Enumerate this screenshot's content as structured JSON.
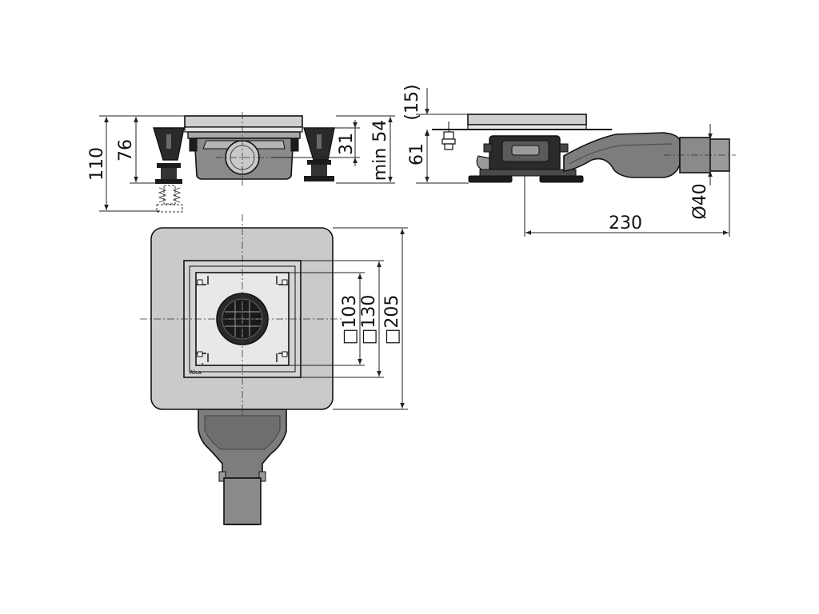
{
  "dimensions": {
    "overall_height": "110",
    "body_height": "76",
    "outlet_axis_height": "31",
    "min_height": "min 54",
    "grate_thickness": "(15)",
    "side_height": "61",
    "outlet_diameter": "Ø40",
    "length": "230",
    "grate_size": "□103",
    "frame_size": "□130",
    "flange_size": "□205"
  },
  "brand": {
    "logo_text": "Alca"
  },
  "colors": {
    "outline": "#111111",
    "body_dark": "#7d7d7d",
    "body_mid": "#9a9a9a",
    "plate_light": "#c8c8c8",
    "grate_black": "#1e1e1e"
  }
}
